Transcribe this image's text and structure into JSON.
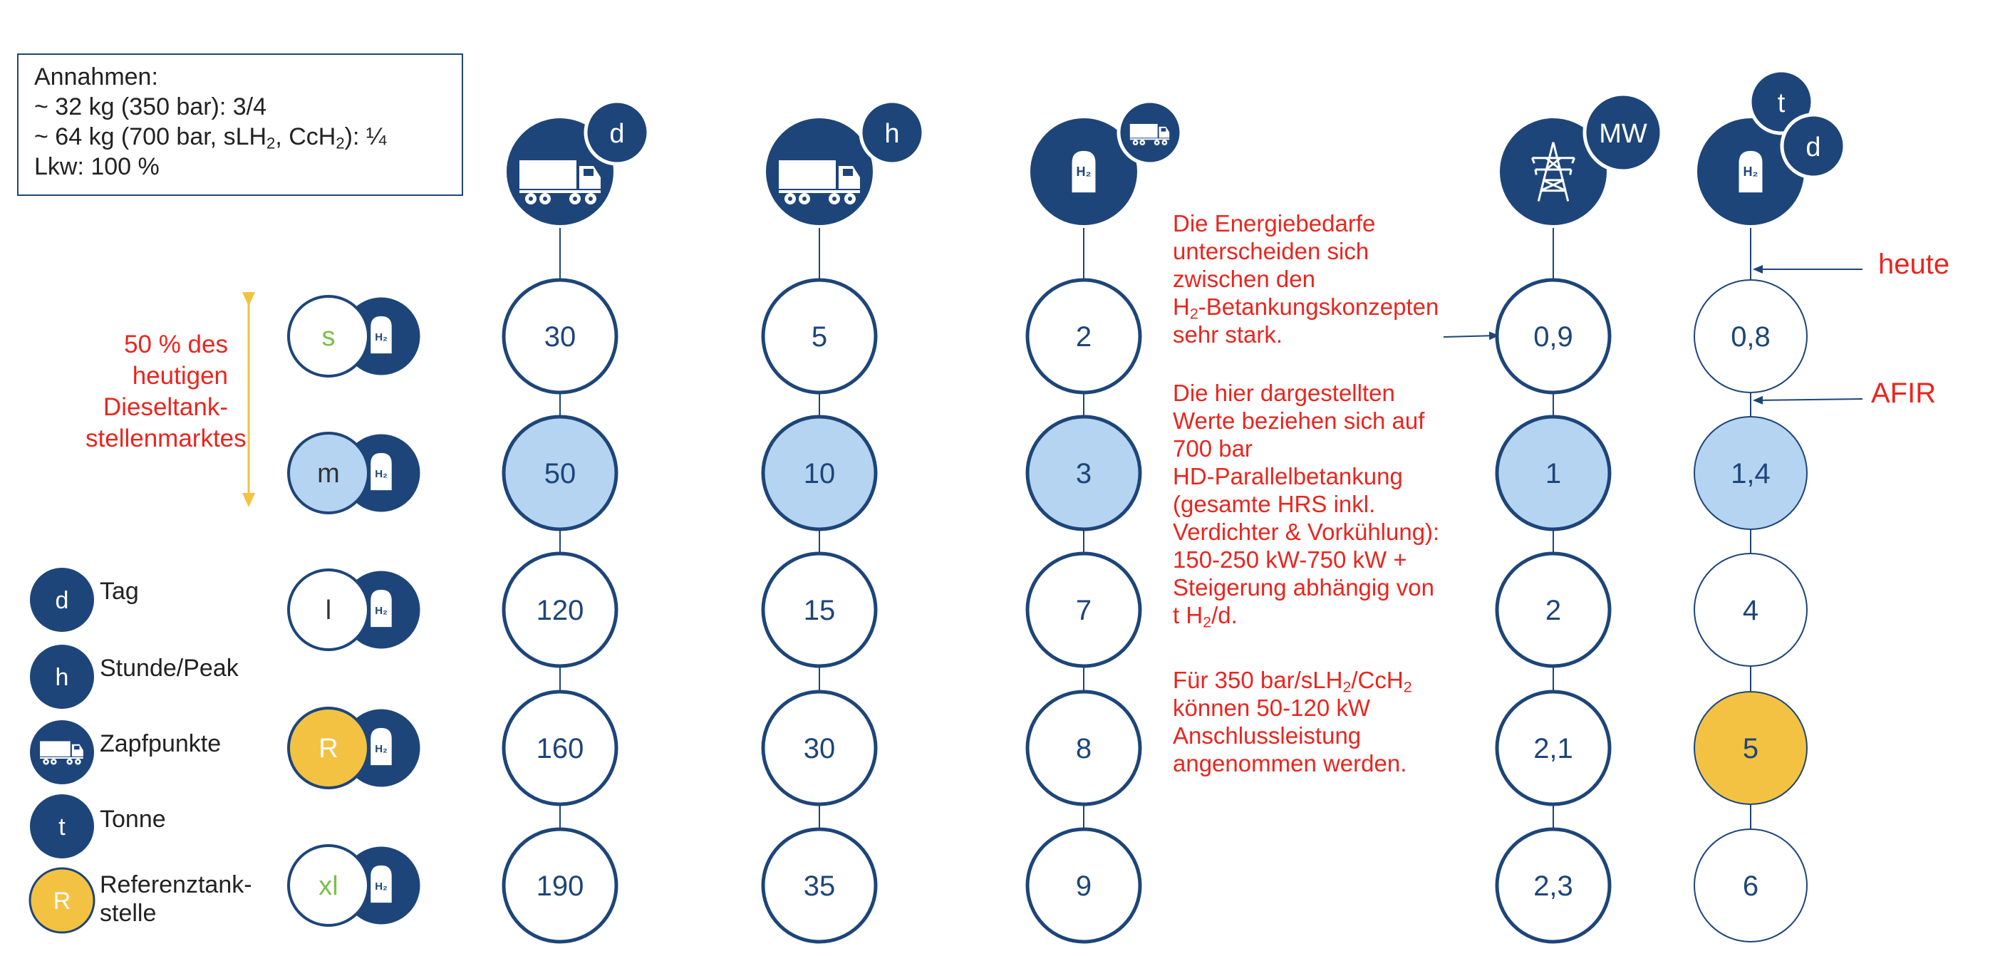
{
  "assumptions": {
    "heading": "Annahmen:",
    "line1": "~ 32 kg (350 bar): 3/4",
    "line2_pre": "~ 64 kg (700 bar, sLH",
    "line2_sub1": "2",
    "line2_mid": ", CcH",
    "line2_sub2": "2",
    "line2_post": "): ¼",
    "line3": "Lkw: 100 %"
  },
  "h2_label": "H₂",
  "column_headers": [
    "d",
    "h",
    "",
    "MW",
    "t",
    "d"
  ],
  "rows": [
    {
      "size": "s",
      "values": [
        "30",
        "5",
        "2",
        "0,9",
        "0,8"
      ]
    },
    {
      "size": "m",
      "values": [
        "50",
        "10",
        "3",
        "1",
        "1,4"
      ]
    },
    {
      "size": "l",
      "values": [
        "120",
        "15",
        "7",
        "2",
        "4"
      ]
    },
    {
      "size": "R",
      "values": [
        "160",
        "30",
        "8",
        "2,1",
        "5"
      ]
    },
    {
      "size": "xl",
      "values": [
        "190",
        "35",
        "9",
        "2,3",
        "6"
      ]
    }
  ],
  "market_note": [
    "50 % des",
    "heutigen",
    "Dieseltank-",
    "stellenmarktes"
  ],
  "notes": {
    "p1": [
      "Die Energiebedarfe",
      "unterscheiden sich",
      "zwischen den"
    ],
    "p1_h2_pre": "H",
    "p1_h2_sub": "2",
    "p1_h2_post": "-Betankungskonzepten",
    "p1_last": "sehr stark.",
    "p2": [
      "Die hier dargestellten",
      "Werte beziehen sich auf",
      "700 bar",
      "HD-Parallelbetankung",
      "(gesamte HRS inkl.",
      "Verdichter & Vorkühlung):",
      "150-250 kW-750 kW +",
      "Steigerung abhängig von"
    ],
    "p2_last_pre": "t H",
    "p2_last_sub": "2",
    "p2_last_post": "/d.",
    "p3_first_pre": "Für 350 bar/sLH",
    "p3_first_sub1": "2",
    "p3_first_mid": "/CcH",
    "p3_first_sub2": "2",
    "p3": [
      "können 50-120 kW",
      "Anschlussleistung",
      "angenommen werden."
    ]
  },
  "annotations": {
    "heute": "heute",
    "afir": "AFIR"
  },
  "legend": [
    {
      "symbol": "d",
      "label": "Tag"
    },
    {
      "symbol": "h",
      "label": "Stunde/Peak"
    },
    {
      "symbol": "",
      "label": "Zapfpunkte"
    },
    {
      "symbol": "t",
      "label": "Tonne"
    },
    {
      "symbol": "R",
      "label": "Referenztank-",
      "label2": "stelle"
    }
  ],
  "colors": {
    "navy": "#1d4579",
    "light_blue": "#b4d4f1",
    "gold": "#f4c242",
    "red": "#e8261f",
    "green": "#7bbe4a",
    "arrow_yellow": "#f4c242"
  }
}
